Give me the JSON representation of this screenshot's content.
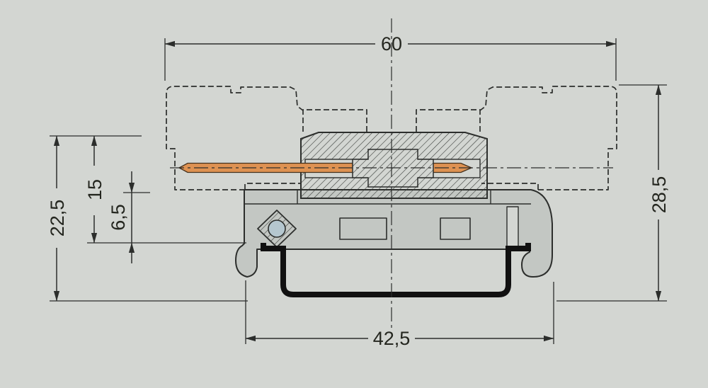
{
  "dimensions": {
    "overall_width": "60",
    "overall_height": "28,5",
    "left_total_height": "22,5",
    "header_to_rail_height": "15",
    "base_to_rail_height": "6,5",
    "adapter_width": "42,5"
  },
  "colors": {
    "background": "#d3d6d2",
    "line": "#2c2e2c",
    "contact_pin": "#de9252",
    "adapter_body": "#c3c7c3",
    "din_rail": "#111111",
    "screw_hole": "#b5c7cf"
  }
}
